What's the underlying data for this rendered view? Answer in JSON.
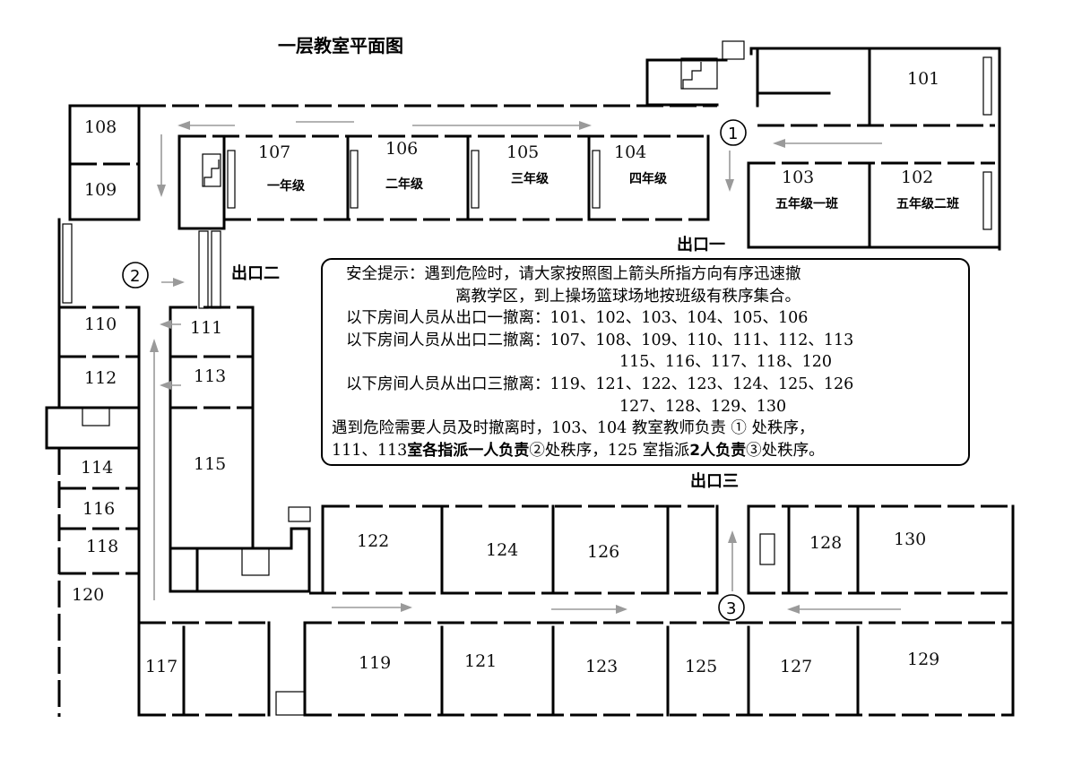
{
  "title": "一层教室平面图",
  "exits": {
    "exit1": "出口一",
    "exit2": "出口二",
    "exit3": "出口三"
  },
  "markers": {
    "m1": "①",
    "m2": "②",
    "m3": "③"
  },
  "rooms": {
    "r101": "101",
    "r102": "102",
    "r103": "103",
    "r104": "104",
    "r105": "105",
    "r106": "106",
    "r107": "107",
    "r108": "108",
    "r109": "109",
    "r110": "110",
    "r111": "111",
    "r112": "112",
    "r113": "113",
    "r114": "114",
    "r115": "115",
    "r116": "116",
    "r117": "117",
    "r118": "118",
    "r119": "119",
    "r120": "120",
    "r121": "121",
    "r122": "122",
    "r123": "123",
    "r124": "124",
    "r125": "125",
    "r126": "126",
    "r127": "127",
    "r128": "128",
    "r129": "129",
    "r130": "130"
  },
  "grades": {
    "g107": "一年级",
    "g106": "二年级",
    "g105": "三年级",
    "g104": "四年级",
    "g103": "五年级一班",
    "g102": "五年级二班"
  },
  "notice": {
    "line1": "安全提示：遇到危险时，请大家按照图上箭头所指方向有序迅速撤",
    "line2": "离教学区，到上操场篮球场地按班级有秩序集合。",
    "exit1_label": "以下房间人员从出口一撤离：",
    "exit1_rooms": "101、102、103、104、105、106",
    "exit2_label": "以下房间人员从出口二撤离：",
    "exit2_rooms": "107、108、109、110、111、112、113",
    "exit2_rooms_2": "115、116、117、118、120",
    "exit3_label": "以下房间人员从出口三撤离：",
    "exit3_rooms": "119、121、122、123、124、125、126",
    "exit3_rooms_2": "127、128、129、130",
    "duty1": "遇到危险需要人员及时撤离时，103、104 教室教师负责 ① 处秩序，",
    "duty2_a": "111、113",
    "duty2_b": "室各指派一人负责",
    "duty2_c": "②处秩序，125 室指派",
    "duty2_d": "2人负责",
    "duty2_e": "③处秩序。"
  }
}
